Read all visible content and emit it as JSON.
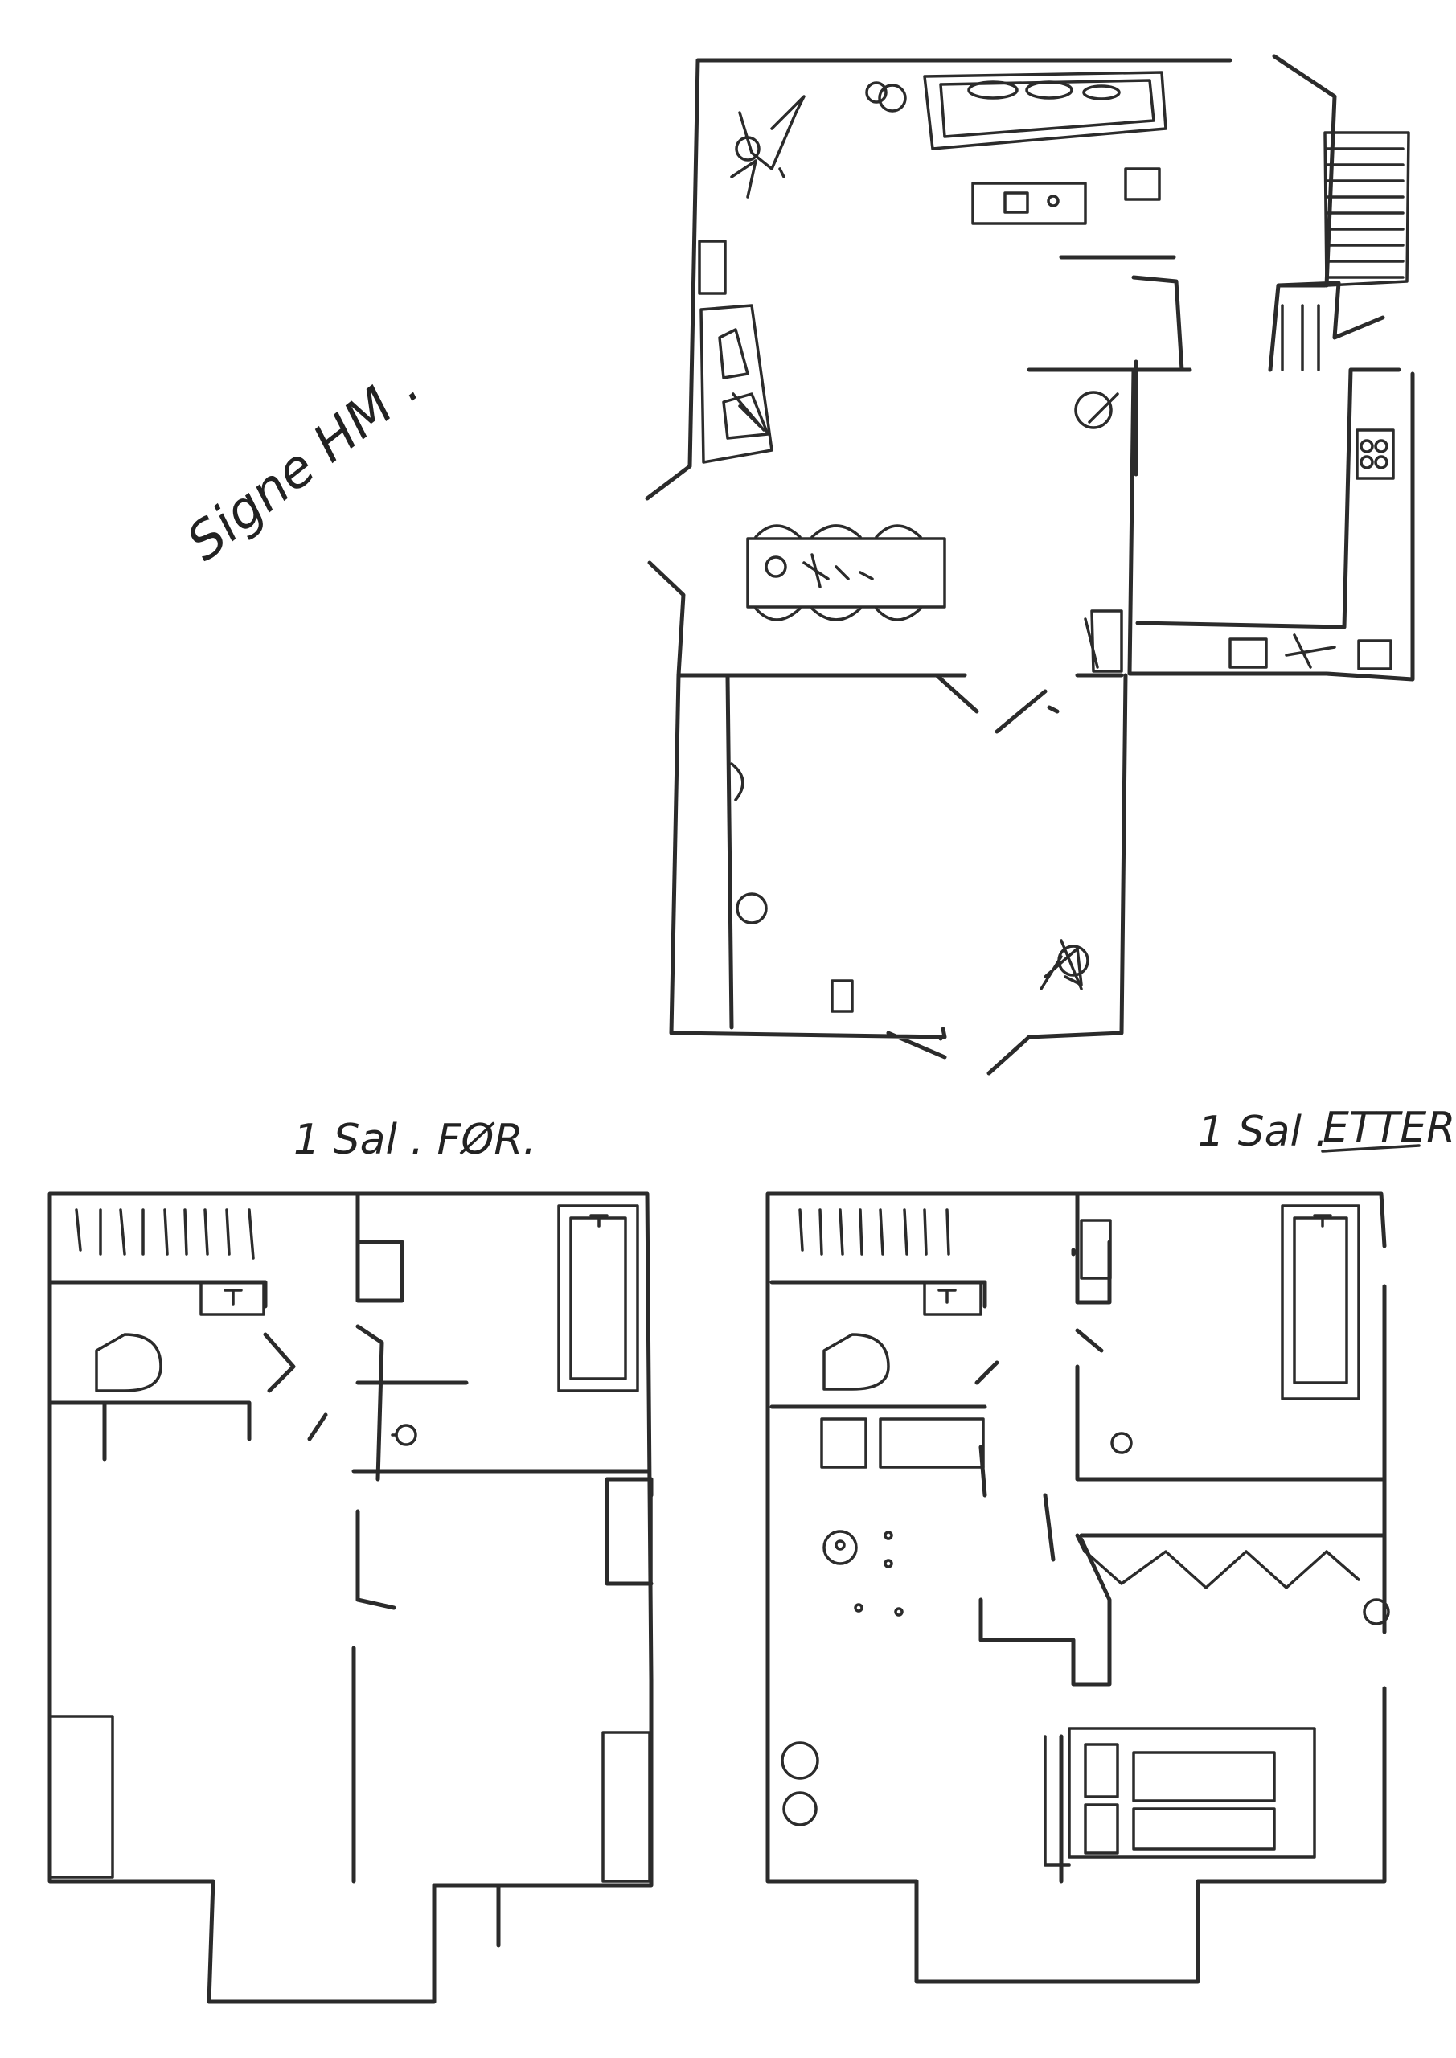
{
  "sheet": {
    "signature": "Signe HM .",
    "plan_upper_left_title": "1 Sal . FØR.",
    "plan_upper_right_title": "1 Sal .",
    "plan_upper_right_title_underlined": "ETTER"
  },
  "icons": {
    "ground_floor": [
      "plant-icon",
      "chair-icon",
      "sofa-icon",
      "table-icon",
      "cabinet-icon",
      "bed-icon",
      "dining-table-icon",
      "round-table-icon",
      "stairs-icon",
      "stove-icon",
      "sink-icon",
      "plant-icon"
    ],
    "floor_before": [
      "radiator-icon",
      "wardrobe-icon",
      "toilet-icon",
      "bathtub-icon",
      "sink-icon",
      "cabinet-icon"
    ],
    "floor_after": [
      "radiator-icon",
      "wardrobe-icon",
      "toilet-icon",
      "bathtub-icon",
      "sink-icon",
      "bed-icon",
      "shelf-icon",
      "chair-icon"
    ]
  },
  "colors": {
    "ink": "#2b2b2b",
    "paper": "#ffffff"
  }
}
